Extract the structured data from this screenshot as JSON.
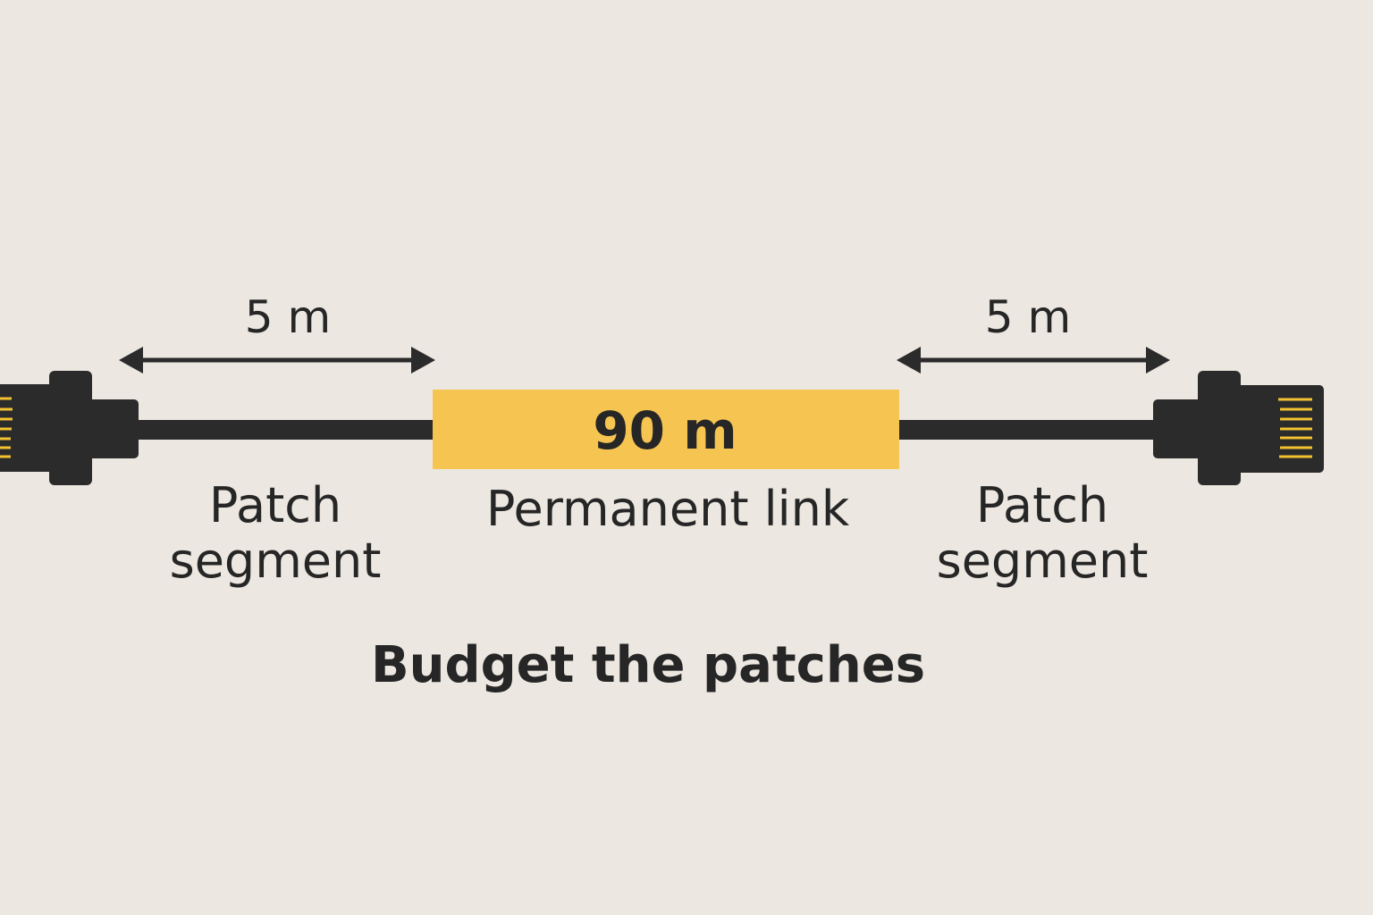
{
  "diagram": {
    "title": "Budget the patches",
    "left_patch": {
      "distance": "5 m",
      "label_line1": "Patch",
      "label_line2": "segment"
    },
    "permanent_link": {
      "distance": "90 m",
      "label": "Permanent link"
    },
    "right_patch": {
      "distance": "5 m",
      "label_line1": "Patch",
      "label_line2": "segment"
    }
  },
  "colors": {
    "background": "#ece7e0",
    "cable": "#2b2b2b",
    "link": "#f6c451",
    "pins": "#f2c230"
  }
}
